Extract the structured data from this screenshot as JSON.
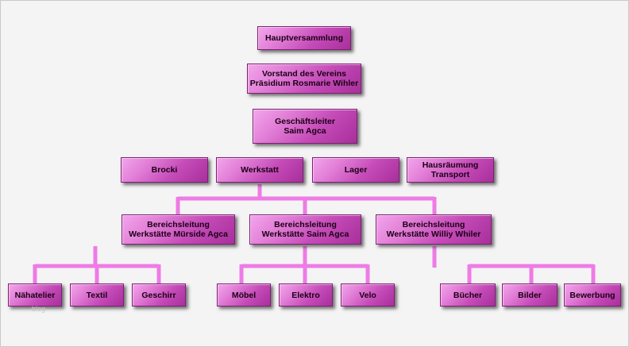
{
  "org": {
    "assembly": "Hauptversammlung",
    "board_line1": "Vorstand des Vereins",
    "board_line2": "Präsidium Rosmarie Wihler",
    "manager_line1": "Geschäftsleiter",
    "manager_line2": "Saim Agca",
    "brocki": "Brocki",
    "werkstatt": "Werkstatt",
    "lager": "Lager",
    "haus_line1": "Hausräumung",
    "haus_line2": "Transport",
    "lead1_line1": "Bereichsleitung",
    "lead1_line2": "Werkstätte Mürside Agca",
    "lead2_line1": "Bereichsleitung",
    "lead2_line2": "Werkstätte Saim Agca",
    "lead3_line1": "Bereichsleitung",
    "lead3_line2": "Werkstätte Williy Whiler",
    "naehatelier": "Nähatelier",
    "textil": "Textil",
    "geschirr": "Geschirr",
    "moebel": "Möbel",
    "elektro": "Elektro",
    "velo": "Velo",
    "buecher": "Bücher",
    "bilder": "Bilder",
    "bewerbung": "Bewerbung"
  },
  "watermark": "blog",
  "colors": {
    "connector": "#ee7be6",
    "box_light": "#f3a6ec",
    "box_dark": "#a8309b",
    "background": "#f4f4f4"
  }
}
